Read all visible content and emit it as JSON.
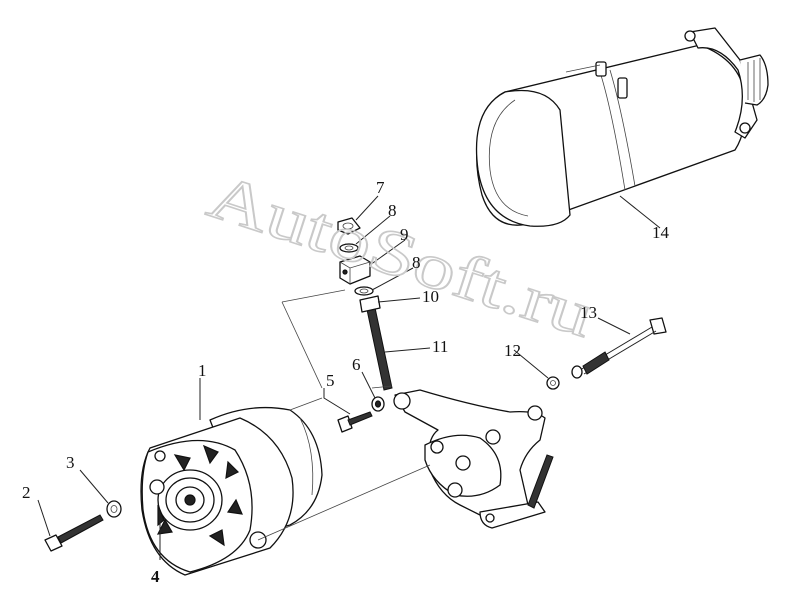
{
  "watermark": {
    "line1": "AutoSoft.ru"
  },
  "callouts": [
    {
      "id": "1",
      "text": "1"
    },
    {
      "id": "2",
      "text": "2"
    },
    {
      "id": "3",
      "text": "3"
    },
    {
      "id": "4",
      "text": "4"
    },
    {
      "id": "5",
      "text": "5"
    },
    {
      "id": "6",
      "text": "6"
    },
    {
      "id": "7",
      "text": "7"
    },
    {
      "id": "8a",
      "text": "8"
    },
    {
      "id": "9",
      "text": "9"
    },
    {
      "id": "8b",
      "text": "8"
    },
    {
      "id": "10",
      "text": "10"
    },
    {
      "id": "11",
      "text": "11"
    },
    {
      "id": "12",
      "text": "12"
    },
    {
      "id": "13",
      "text": "13"
    },
    {
      "id": "14",
      "text": "14"
    }
  ]
}
